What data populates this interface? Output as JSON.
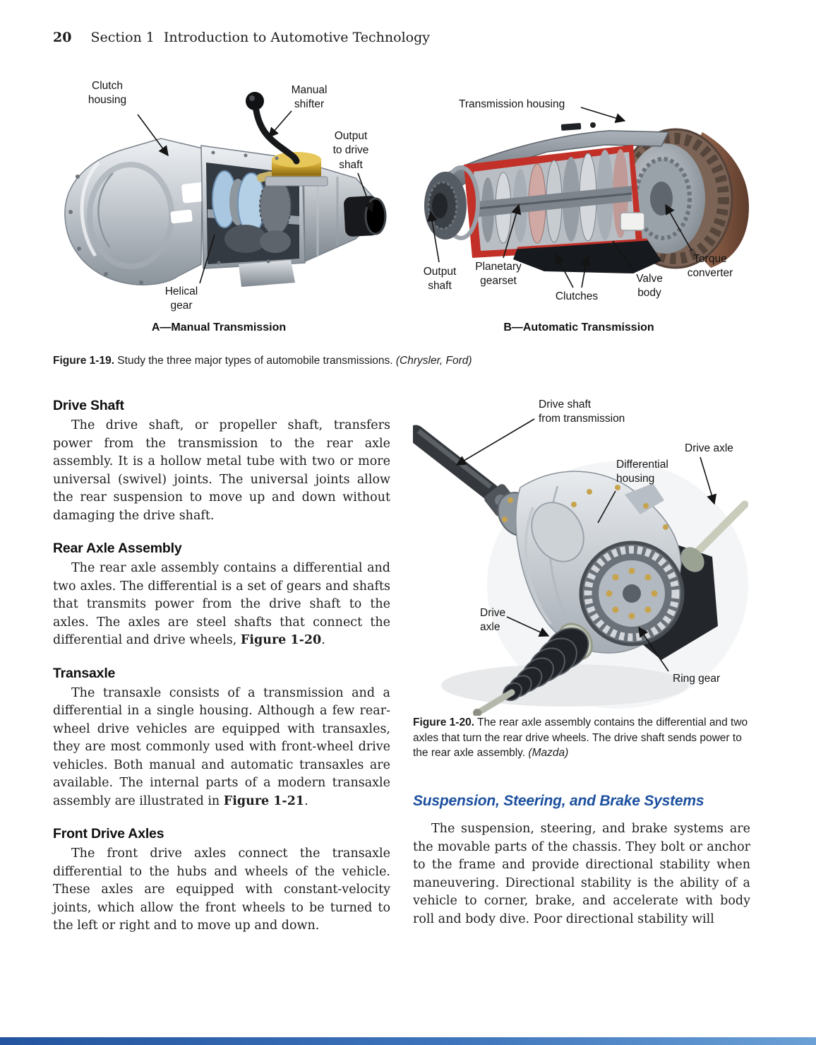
{
  "header": {
    "page_number": "20",
    "section_label": "Section 1",
    "section_title": "Introduction to Automotive Technology"
  },
  "figure19": {
    "panelA": {
      "labels": {
        "clutch_housing": "Clutch\nhousing",
        "manual_shifter": "Manual\nshifter",
        "output_to_drive_shaft": "Output\nto drive\nshaft",
        "helical_gear": "Helical\ngear"
      },
      "title": "A—Manual Transmission"
    },
    "panelB": {
      "labels": {
        "transmission_housing": "Transmission housing",
        "output_shaft": "Output\nshaft",
        "planetary_gearset": "Planetary\ngearset",
        "clutches": "Clutches",
        "valve_body": "Valve\nbody",
        "torque_converter": "Torque\nconverter"
      },
      "title": "B—Automatic Transmission"
    },
    "caption": {
      "label": "Figure 1-19.",
      "text": " Study the three major types of automobile transmissions. ",
      "credit": "(Chrysler, Ford)"
    }
  },
  "sections": {
    "drive_shaft": {
      "heading": "Drive Shaft",
      "body": "The drive shaft, or propeller shaft, transfers power from the transmission to the rear axle assembly. It is a hollow metal tube with two or more universal (swivel) joints. The universal joints allow the rear suspension to move up and down without damaging the drive shaft."
    },
    "rear_axle": {
      "heading": "Rear Axle Assembly",
      "body": "The rear axle assembly contains a differential and two axles. The differential is a set of gears and shafts that transmits power from the drive shaft to the axles. The axles are steel shafts that connect the differential and drive wheels, ",
      "figure_ref": "Figure 1-20",
      "body_end": "."
    },
    "transaxle": {
      "heading": "Transaxle",
      "body": "The transaxle consists of a transmission and a differential in a single housing. Although a few rear-wheel drive vehicles are equipped with transaxles, they are most commonly used with front-wheel drive vehicles. Both manual and automatic transaxles are available. The internal parts of a modern transaxle assembly are illustrated in ",
      "figure_ref": "Figure 1-21",
      "body_end": "."
    },
    "front_drive_axles": {
      "heading": "Front Drive Axles",
      "body": "The front drive axles connect the transaxle differential to the hubs and wheels of the vehicle. These axles are equipped with constant-velocity joints, which allow the front wheels to be turned to the left or right and to move up and down."
    }
  },
  "figure20": {
    "labels": {
      "drive_shaft_from_transmission": "Drive shaft\nfrom transmission",
      "drive_axle_right": "Drive axle",
      "differential_housing": "Differential\nhousing",
      "drive_axle_left": "Drive\naxle",
      "ring_gear": "Ring gear"
    },
    "caption": {
      "label": "Figure 1-20.",
      "text": " The rear axle assembly contains the differential and two axles that turn the rear drive wheels. The drive shaft sends power to the rear axle assembly. ",
      "credit": "(Mazda)"
    }
  },
  "suspension": {
    "heading": "Suspension, Steering, and Brake Systems",
    "body": "The suspension, steering, and brake systems are the movable parts of the chassis. They bolt or anchor to the frame and provide directional stability when maneuvering. Directional stability is the ability of a vehicle to corner, brake, and accelerate with body roll and body dive. Poor directional stability will"
  },
  "colors": {
    "accent_blue": "#1b4f9e",
    "footer_bar_blue": "#3069b0",
    "callout_line": "#141414"
  }
}
